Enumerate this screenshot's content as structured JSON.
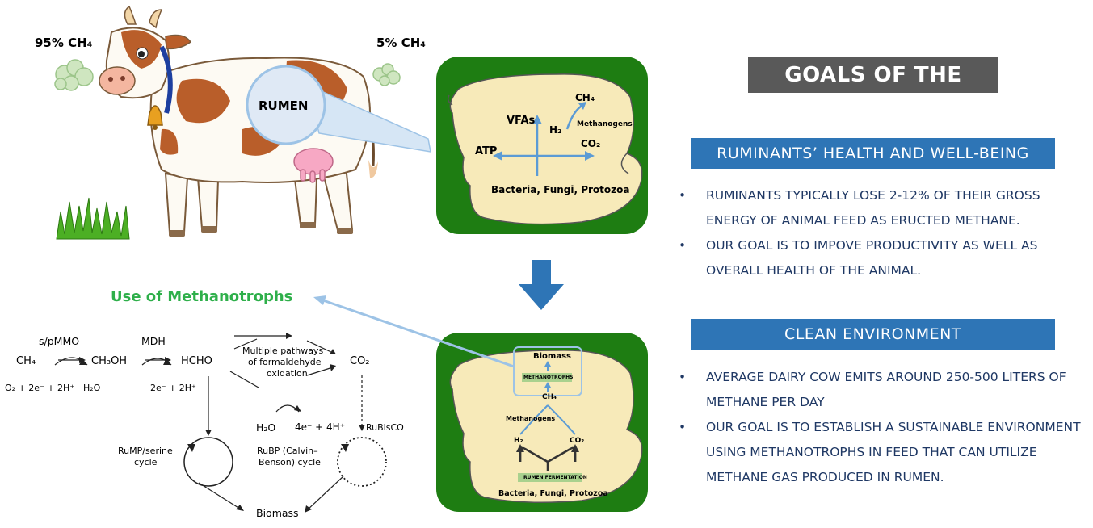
{
  "cow": {
    "left_emission": "95% CH₄",
    "right_emission": "5% CH₄",
    "rumen_label": "RUMEN"
  },
  "rumen_top": {
    "vfas": "VFAs",
    "ch4": "CH₄",
    "h2": "H₂",
    "methanogens": "Methanogens",
    "atp": "ATP",
    "co2": "CO₂",
    "microbes": "Bacteria, Fungi, Protozoa"
  },
  "rumen_bottom": {
    "biomass": "Biomass",
    "methanotrophs": "METHANOTROPHS",
    "ch4": "CH₄",
    "methanogens": "Methanogens",
    "h2": "H₂",
    "co2": "CO₂",
    "fermentation": "RUMEN FERMENTATION",
    "microbes": "Bacteria, Fungi, Protozoa"
  },
  "use_label": "Use of Methanotrophs",
  "pathway": {
    "mmo": "s/pMMO",
    "mdh": "MDH",
    "ch4": "CH₄",
    "ch3oh": "CH₃OH",
    "hcho": "HCHO",
    "co2": "CO₂",
    "mmo_inputs": "O₂ + 2e⁻ + 2H⁺",
    "h2o_a": "H₂O",
    "mdh_products": "2e⁻ + 2H⁺",
    "multi_1": "Multiple pathways",
    "multi_2": "of formaldehyde",
    "multi_3": "oxidation",
    "h2o_b": "H₂O",
    "electrons": "4e⁻ + 4H⁺",
    "rubisco": "RuBisCO",
    "rump_1": "RuMP/serine",
    "rump_2": "cycle",
    "rubp_1": "RuBP (Calvin–",
    "rubp_2": "Benson) cycle",
    "biomass": "Biomass"
  },
  "goals": {
    "title": "GOALS OF THE STUDY",
    "sections": [
      {
        "heading": "RUMINANTS’ HEALTH AND WELL-BEING",
        "bullets": [
          "RUMINANTS TYPICALLY LOSE 2-12% OF THEIR GROSS ENERGY OF ANIMAL FEED AS ERUCTED METHANE.",
          "OUR GOAL IS TO IMPOVE PRODUCTIVITY AS WELL AS OVERALL HEALTH OF THE ANIMAL."
        ]
      },
      {
        "heading": "CLEAN ENVIRONMENT",
        "bullets": [
          "AVERAGE DAIRY COW EMITS AROUND 250-500 LITERS OF METHANE PER DAY",
          "OUR GOAL IS TO ESTABLISH A SUSTAINABLE ENVIRONMENT USING METHANOTROPHS IN FEED THAT CAN UTILIZE METHANE GAS PRODUCED IN RUMEN."
        ]
      }
    ],
    "bullet_symbol": "•"
  },
  "colors": {
    "green_panel": "#1e7d12",
    "rumen_fill": "#f7eab9",
    "arrow_blue": "#2e75b6",
    "cow_brown": "#b95e2a",
    "label_green": "#2eaf4a",
    "goal_text": "#1f3864"
  }
}
